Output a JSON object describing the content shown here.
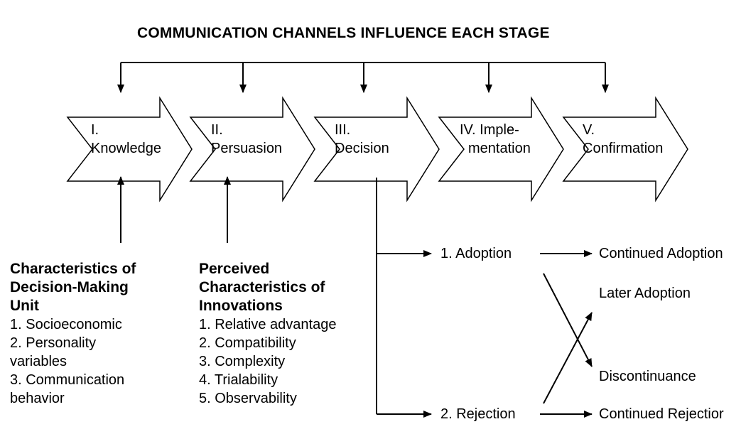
{
  "title": "COMMUNICATION CHANNELS INFLUENCE EACH STAGE",
  "stages": [
    {
      "line1": "I.",
      "line2": "Knowledge"
    },
    {
      "line1": "II.",
      "line2": "Persuasion"
    },
    {
      "line1": "III.",
      "line2": "Decision"
    },
    {
      "line1": "IV. Imple-",
      "line2": "mentation"
    },
    {
      "line1": "V.",
      "line2": "Confirmation"
    }
  ],
  "decision_unit": {
    "heading": [
      "Characteristics of",
      "Decision-Making",
      "Unit"
    ],
    "items": [
      "1. Socioeconomic",
      "2. Personality",
      "variables",
      "3. Communication",
      "behavior"
    ]
  },
  "innovation": {
    "heading": [
      "Perceived",
      "Characteristics of",
      "Innovations"
    ],
    "items": [
      "1. Relative advantage",
      "2. Compatibility",
      "3. Complexity",
      "4. Trialability",
      "5. Observability"
    ]
  },
  "decisions": {
    "adoption": "1. Adoption",
    "rejection": "2. Rejection"
  },
  "outcomes": {
    "continued_adoption": "Continued Adoption",
    "later_adoption": "Later Adoption",
    "discontinuance": "Discontinuance",
    "continued_rejection": "Continued Rejectior"
  }
}
